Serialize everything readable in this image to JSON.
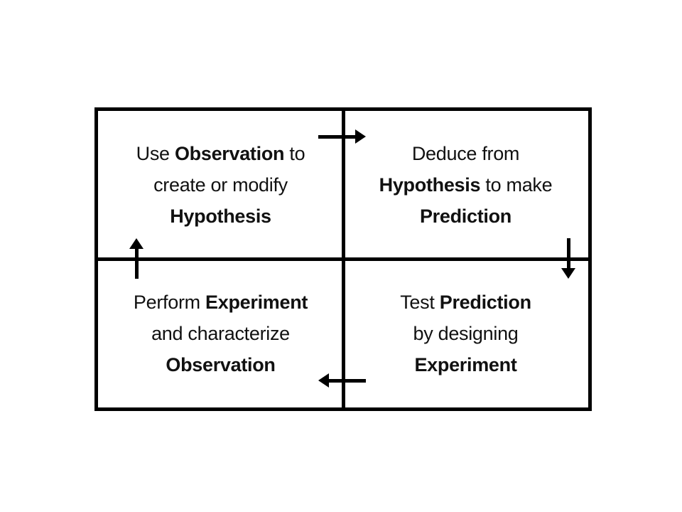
{
  "diagram": {
    "colors": {
      "background": "#ffffff",
      "line": "#000000",
      "text": "#111111"
    },
    "quadrants": {
      "top_left": {
        "lines": [
          [
            {
              "text": "Use ",
              "bold": false
            },
            {
              "text": "Observation",
              "bold": true
            },
            {
              "text": " to",
              "bold": false
            }
          ],
          [
            {
              "text": "create or modify",
              "bold": false
            }
          ],
          [
            {
              "text": "Hypothesis",
              "bold": true
            }
          ]
        ]
      },
      "top_right": {
        "lines": [
          [
            {
              "text": "Deduce from",
              "bold": false
            }
          ],
          [
            {
              "text": "Hypothesis",
              "bold": true
            },
            {
              "text": " to make",
              "bold": false
            }
          ],
          [
            {
              "text": "Prediction",
              "bold": true
            }
          ]
        ]
      },
      "bottom_left": {
        "lines": [
          [
            {
              "text": "Perform ",
              "bold": false
            },
            {
              "text": "Experiment",
              "bold": true
            }
          ],
          [
            {
              "text": "and characterize",
              "bold": false
            }
          ],
          [
            {
              "text": "Observation",
              "bold": true
            }
          ]
        ]
      },
      "bottom_right": {
        "lines": [
          [
            {
              "text": "Test ",
              "bold": false
            },
            {
              "text": "Prediction",
              "bold": true
            }
          ],
          [
            {
              "text": "by designing",
              "bold": false
            }
          ],
          [
            {
              "text": "Experiment",
              "bold": true
            }
          ]
        ]
      }
    },
    "arrows": [
      {
        "id": "top",
        "direction": "right"
      },
      {
        "id": "right",
        "direction": "down"
      },
      {
        "id": "bottom",
        "direction": "left"
      },
      {
        "id": "left",
        "direction": "up"
      }
    ]
  }
}
